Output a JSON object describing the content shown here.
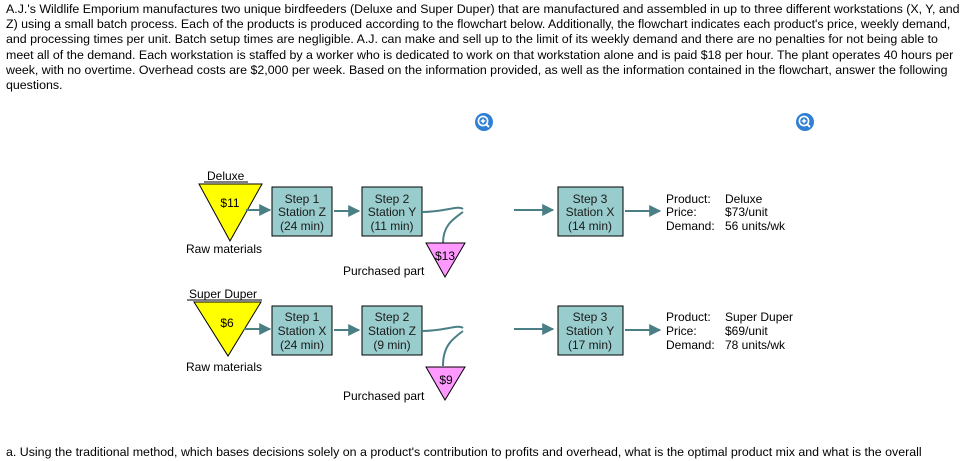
{
  "intro": "A.J.'s Wildlife Emporium manufactures two unique birdfeeders (Deluxe and Super Duper) that are manufactured and assembled in up to three different workstations (X, Y, and Z) using a small batch process. Each of the products is produced according to the flowchart below. Additionally, the flowchart indicates each product's price, weekly demand, and processing times per unit. Batch setup times are negligible. A.J. can make and sell up to the limit of its weekly demand and there are no penalties for not being able to meet all of the demand. Each workstation is staffed by a worker who is dedicated to work on that workstation alone and is paid $18 per hour. The plant operates 40 hours per week, with no overtime. Overhead costs are $2,000 per week. Based on the information provided, as well as the information contained in the flowchart, answer the following questions.",
  "question": "a. Using the traditional method, which bases decisions solely on a product's contribution to profits and overhead, what is the optimal product mix and what is the overall",
  "icons": {
    "zoom": "zoom-in-icon"
  },
  "colors": {
    "raw": "#ffff00",
    "purchased": "#ff99ff",
    "station": "#99cccc",
    "arrow": "#4a7f86",
    "zoom": "#2f7fd4"
  },
  "deluxe": {
    "name": "Deluxe",
    "raw_cost": "$11",
    "raw_label": "Raw materials",
    "step1": {
      "step": "Step 1",
      "station": "Station Z",
      "time": "(24 min)"
    },
    "step2": {
      "step": "Step 2",
      "station": "Station Y",
      "time": "(11 min)"
    },
    "purchased_cost": "$13",
    "purchased_label": "Purchased part",
    "step3": {
      "step": "Step 3",
      "station": "Station X",
      "time": "(14 min)"
    },
    "product": {
      "label": "Product:",
      "value": "Deluxe"
    },
    "price": {
      "label": "Price:",
      "value": "$73/unit"
    },
    "demand": {
      "label": "Demand:",
      "value": "56 units/wk"
    }
  },
  "superduper": {
    "name": "Super Duper",
    "raw_cost": "$6",
    "raw_label": "Raw materials",
    "step1": {
      "step": "Step 1",
      "station": "Station X",
      "time": "(24 min)"
    },
    "step2": {
      "step": "Step 2",
      "station": "Station Z",
      "time": "(9 min)"
    },
    "purchased_cost": "$9",
    "purchased_label": "Purchased part",
    "step3": {
      "step": "Step 3",
      "station": "Station Y",
      "time": "(17 min)"
    },
    "product": {
      "label": "Product:",
      "value": "Super Duper"
    },
    "price": {
      "label": "Price:",
      "value": "$69/unit"
    },
    "demand": {
      "label": "Demand:",
      "value": "78 units/wk"
    }
  }
}
